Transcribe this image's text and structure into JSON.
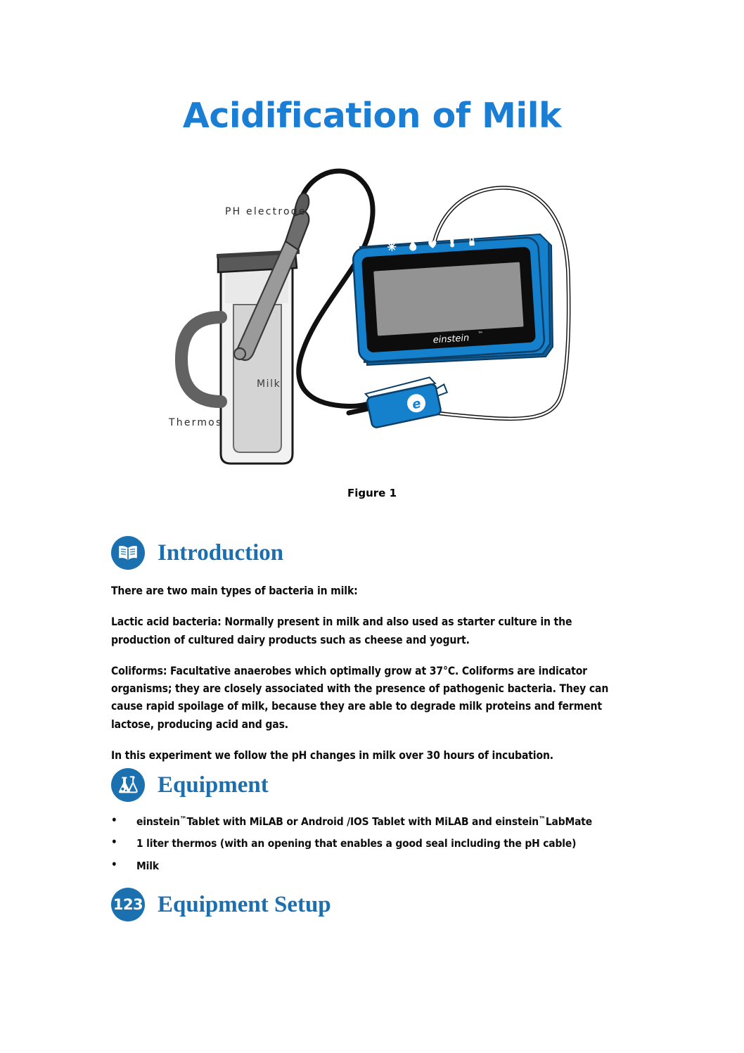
{
  "document": {
    "title": "Acidification of Milk",
    "accent_blue": "#1A7FD4",
    "icon_blue": "#1B71B0",
    "heading_blue": "#1B6FB0"
  },
  "figure": {
    "caption": "Figure 1",
    "labels": {
      "ph_electrode": "PH electrode",
      "milk": "Milk",
      "thermos": "Thermos"
    },
    "device": {
      "wordmark": "einstein",
      "wordmark_tm": "™",
      "sensor_logo": "e"
    },
    "sensor_icons": [
      "snowflake-icon",
      "droplet-icon",
      "heart-icon",
      "thermometer-icon",
      "lock-icon"
    ]
  },
  "sections": {
    "introduction": {
      "title": "Introduction",
      "icon": "open-book-icon",
      "paragraphs": [
        "There are two main types of bacteria in milk:",
        "Lactic acid bacteria: Normally present in milk and also used as starter culture in the production of cultured dairy products such as cheese and yogurt.",
        "Coliforms: Facultative anaerobes which optimally grow at 37°C. Coliforms are indicator organisms; they are closely associated with the presence of pathogenic bacteria. They can cause rapid spoilage of milk, because they are able to degrade milk proteins and ferment lactose, producing acid and gas.",
        "In this experiment we follow the pH changes in milk over 30 hours of incubation."
      ]
    },
    "equipment": {
      "title": "Equipment",
      "icon": "flask-icon",
      "bullet": "•",
      "items": [
        {
          "part1": "einstein",
          "tm1": "™",
          "part2": "Tablet with MiLAB  or Android /IOS Tablet with MiLAB  and einstein",
          "tm2": "™",
          "part3": "LabMate"
        }
      ],
      "item2": "1 liter thermos (with an opening that enables a good seal including the pH cable)",
      "item3": "Milk"
    },
    "equipment_setup": {
      "title": "Equipment Setup",
      "icon": "numbers-123-icon",
      "icon_text": "123"
    }
  }
}
